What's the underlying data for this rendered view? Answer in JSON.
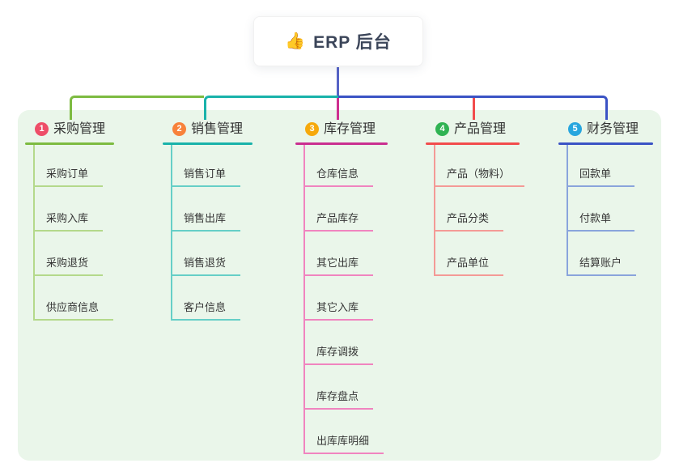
{
  "root": {
    "icon": "👍",
    "label": "ERP 后台"
  },
  "colors": {
    "panel_bg": "#eaf6ea",
    "root_line": "#5663c6",
    "bus_green": "#7dbb41",
    "bus_teal": "#19b2aa",
    "bus_blue": "#3b53c5",
    "drop_magenta": "#ce2f90",
    "drop_red": "#f24c4c",
    "text": "#333333"
  },
  "branches": [
    {
      "num": "1",
      "title": "采购管理",
      "badge_color": "#ee4e68",
      "line_color": "#7dbb41",
      "light_color": "#b4d98b",
      "children": [
        "采购订单",
        "采购入库",
        "采购退货",
        "供应商信息"
      ]
    },
    {
      "num": "2",
      "title": "销售管理",
      "badge_color": "#f8823b",
      "line_color": "#19b2aa",
      "light_color": "#66cfc7",
      "children": [
        "销售订单",
        "销售出库",
        "销售退货",
        "客户信息"
      ]
    },
    {
      "num": "3",
      "title": "库存管理",
      "badge_color": "#f6a90c",
      "line_color": "#ca2f90",
      "light_color": "#f084bf",
      "children": [
        "仓库信息",
        "产品库存",
        "其它出库",
        "其它入库",
        "库存调拨",
        "库存盘点",
        "出库库明细"
      ]
    },
    {
      "num": "4",
      "title": "产品管理",
      "badge_color": "#30b353",
      "line_color": "#f24c4c",
      "light_color": "#f49a96",
      "children": [
        "产品（物料）",
        "产品分类",
        "产品单位"
      ]
    },
    {
      "num": "5",
      "title": "财务管理",
      "badge_color": "#28a6de",
      "line_color": "#3b53c5",
      "light_color": "#8aa4dc",
      "children": [
        "回款单",
        "付款单",
        "结算账户"
      ]
    }
  ]
}
